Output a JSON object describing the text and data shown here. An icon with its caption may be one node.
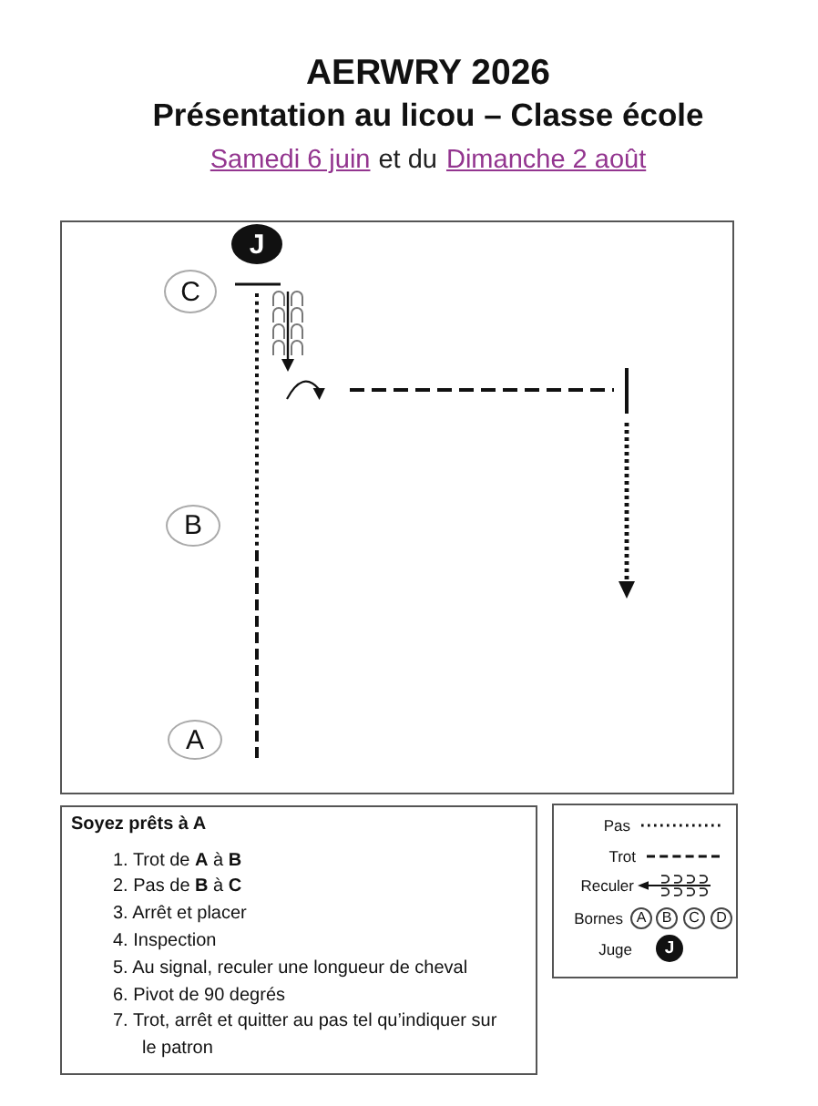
{
  "diagram": {
    "title": "AERWRY 2026",
    "nodes": [
      {
        "text": [],
        "shape": "box"
      },
      {
        "text": [
          "J"
        ],
        "in": 0
      },
      {
        "text": [
          "C"
        ],
        "in": 0
      },
      {
        "text": [
          "B"
        ],
        "in": 0
      },
      {
        "text": [
          "A"
        ],
        "in": 0
      },
      {
        "text": [
          "Soyez prêts à A",
          "1. Trot de **A** à **B**",
          "2. Pas de **B** à **C**",
          "3. Arrêt et placer",
          "4. Inspection",
          "5. Au signal, reculer une longueur de cheval",
          "6. Pivot de 90 degrés",
          "7. Trot, arrêt et quitter au pas tel qu’indiquer sur le patron"
        ]
      }
    ],
    "labels": [
      "Présentation au licou – Classe école",
      "Samedi 6 juin",
      "et du",
      "Dimanche 2 août",
      "A",
      "B",
      "C",
      "D",
      "J"
    ],
    "legend": [
      {
        "text": "Pas"
      },
      {
        "text": "Trot"
      },
      {
        "text": "Reculer"
      },
      {
        "text": "Bornes"
      },
      {
        "text": "Juge"
      }
    ]
  }
}
